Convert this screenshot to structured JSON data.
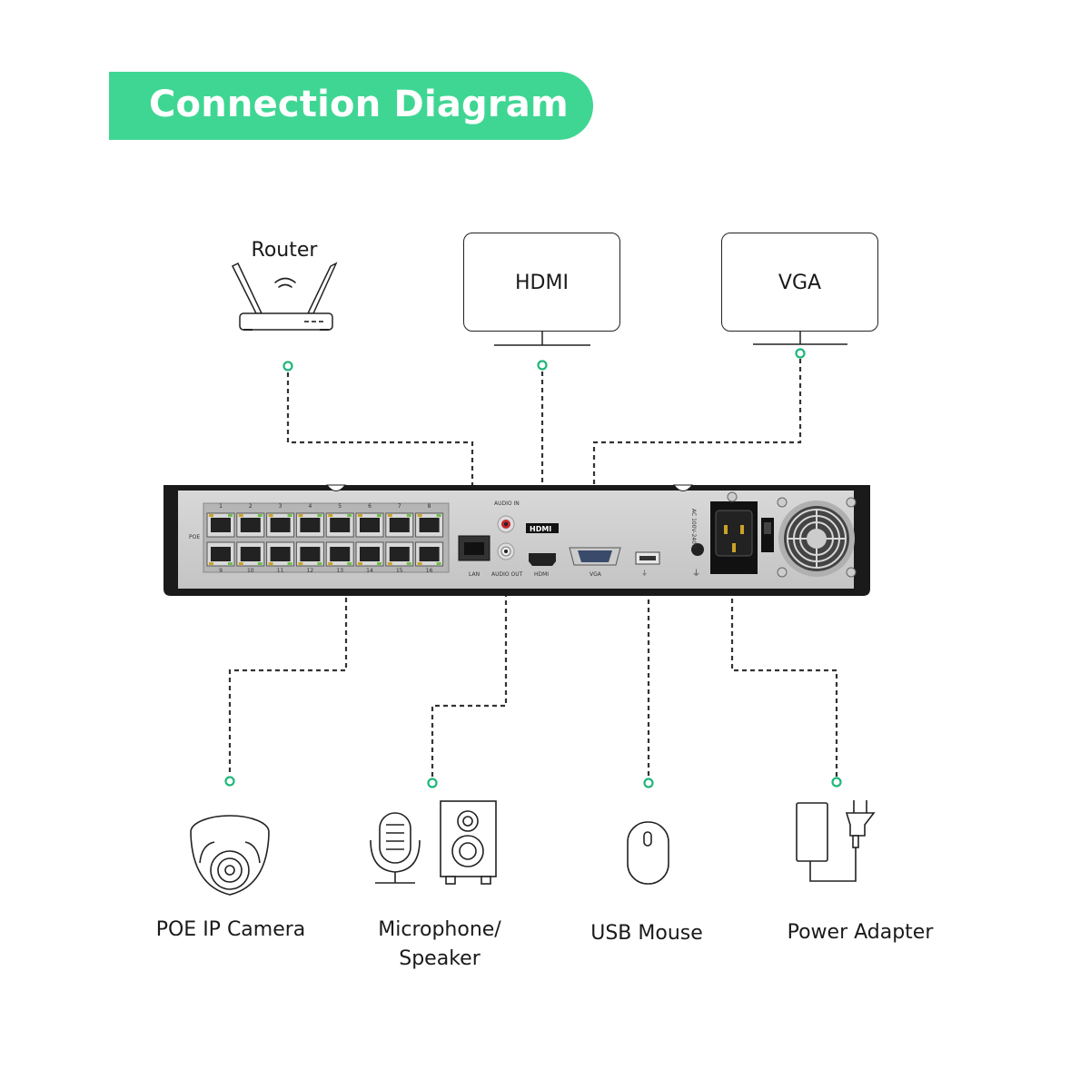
{
  "title": "Connection Diagram",
  "colors": {
    "accent": "#3fd693",
    "connector_dot": "#1fb77a",
    "line": "#333333"
  },
  "top_devices": [
    {
      "label": "Router",
      "icon": "router-icon"
    },
    {
      "label": "HDMI",
      "icon": "monitor-icon"
    },
    {
      "label": "VGA",
      "icon": "monitor-icon"
    }
  ],
  "bottom_devices": [
    {
      "label": "POE IP Camera",
      "icon": "dome-camera-icon"
    },
    {
      "label_line1": "Microphone/",
      "label_line2": "Speaker",
      "icon": "microphone-speaker-icon"
    },
    {
      "label": "USB Mouse",
      "icon": "mouse-icon"
    },
    {
      "label": "Power Adapter",
      "icon": "power-adapter-icon"
    }
  ],
  "nvr_port_labels": {
    "poe": "POE",
    "lan": "LAN",
    "audio_in": "AUDIO IN",
    "audio_out": "AUDIO OUT",
    "hdmi_logo": "HDMI",
    "hdmi": "HDMI",
    "vga": "VGA",
    "voltage": "AC 100V-240V"
  },
  "poe_port_numbers_top": [
    "1",
    "2",
    "3",
    "4",
    "5",
    "6",
    "7",
    "8"
  ],
  "poe_port_numbers_bottom": [
    "9",
    "10",
    "11",
    "12",
    "13",
    "14",
    "15",
    "16"
  ]
}
